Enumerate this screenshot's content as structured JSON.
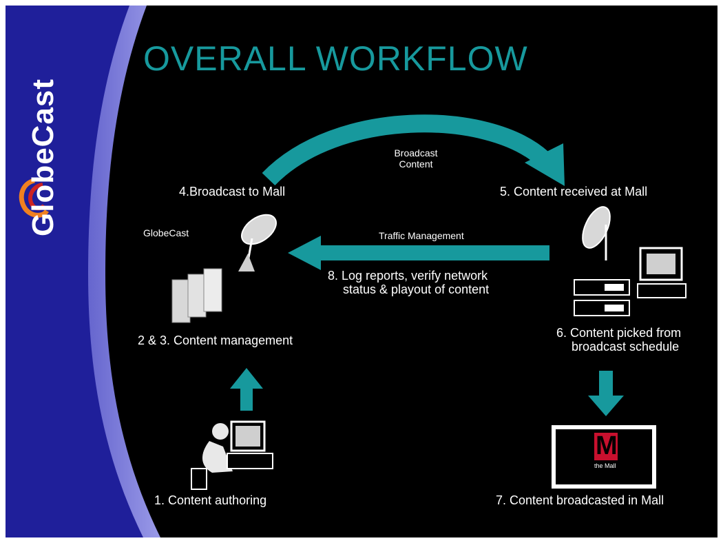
{
  "title": "OVERALL WORKFLOW",
  "brand": "GlobeCast",
  "colors": {
    "accent": "#17999d",
    "sidebar": "#1f1f9a",
    "sidebar_edge": "#8a8ae0",
    "background": "#000000",
    "logo_red": "#cc2222",
    "logo_orange": "#f08020",
    "mall_logo": "#c8102e"
  },
  "labels": {
    "broadcast_to_mall": "4.Broadcast to Mall",
    "content_received": "5. Content received at Mall",
    "broadcast_content_line1": "Broadcast",
    "broadcast_content_line2": "Content",
    "globecast_small": "GlobeCast",
    "traffic_management": "Traffic Management",
    "log_reports_line1": "8. Log reports, verify network",
    "log_reports_line2": "status & playout of content",
    "content_management": "2 & 3. Content management",
    "content_picked_line1": "6. Content picked from",
    "content_picked_line2": "broadcast schedule",
    "content_authoring": "1. Content authoring",
    "content_broadcasted": "7. Content broadcasted in Mall",
    "mall_logo_letter": "M",
    "mall_logo_text": "the Mall"
  }
}
